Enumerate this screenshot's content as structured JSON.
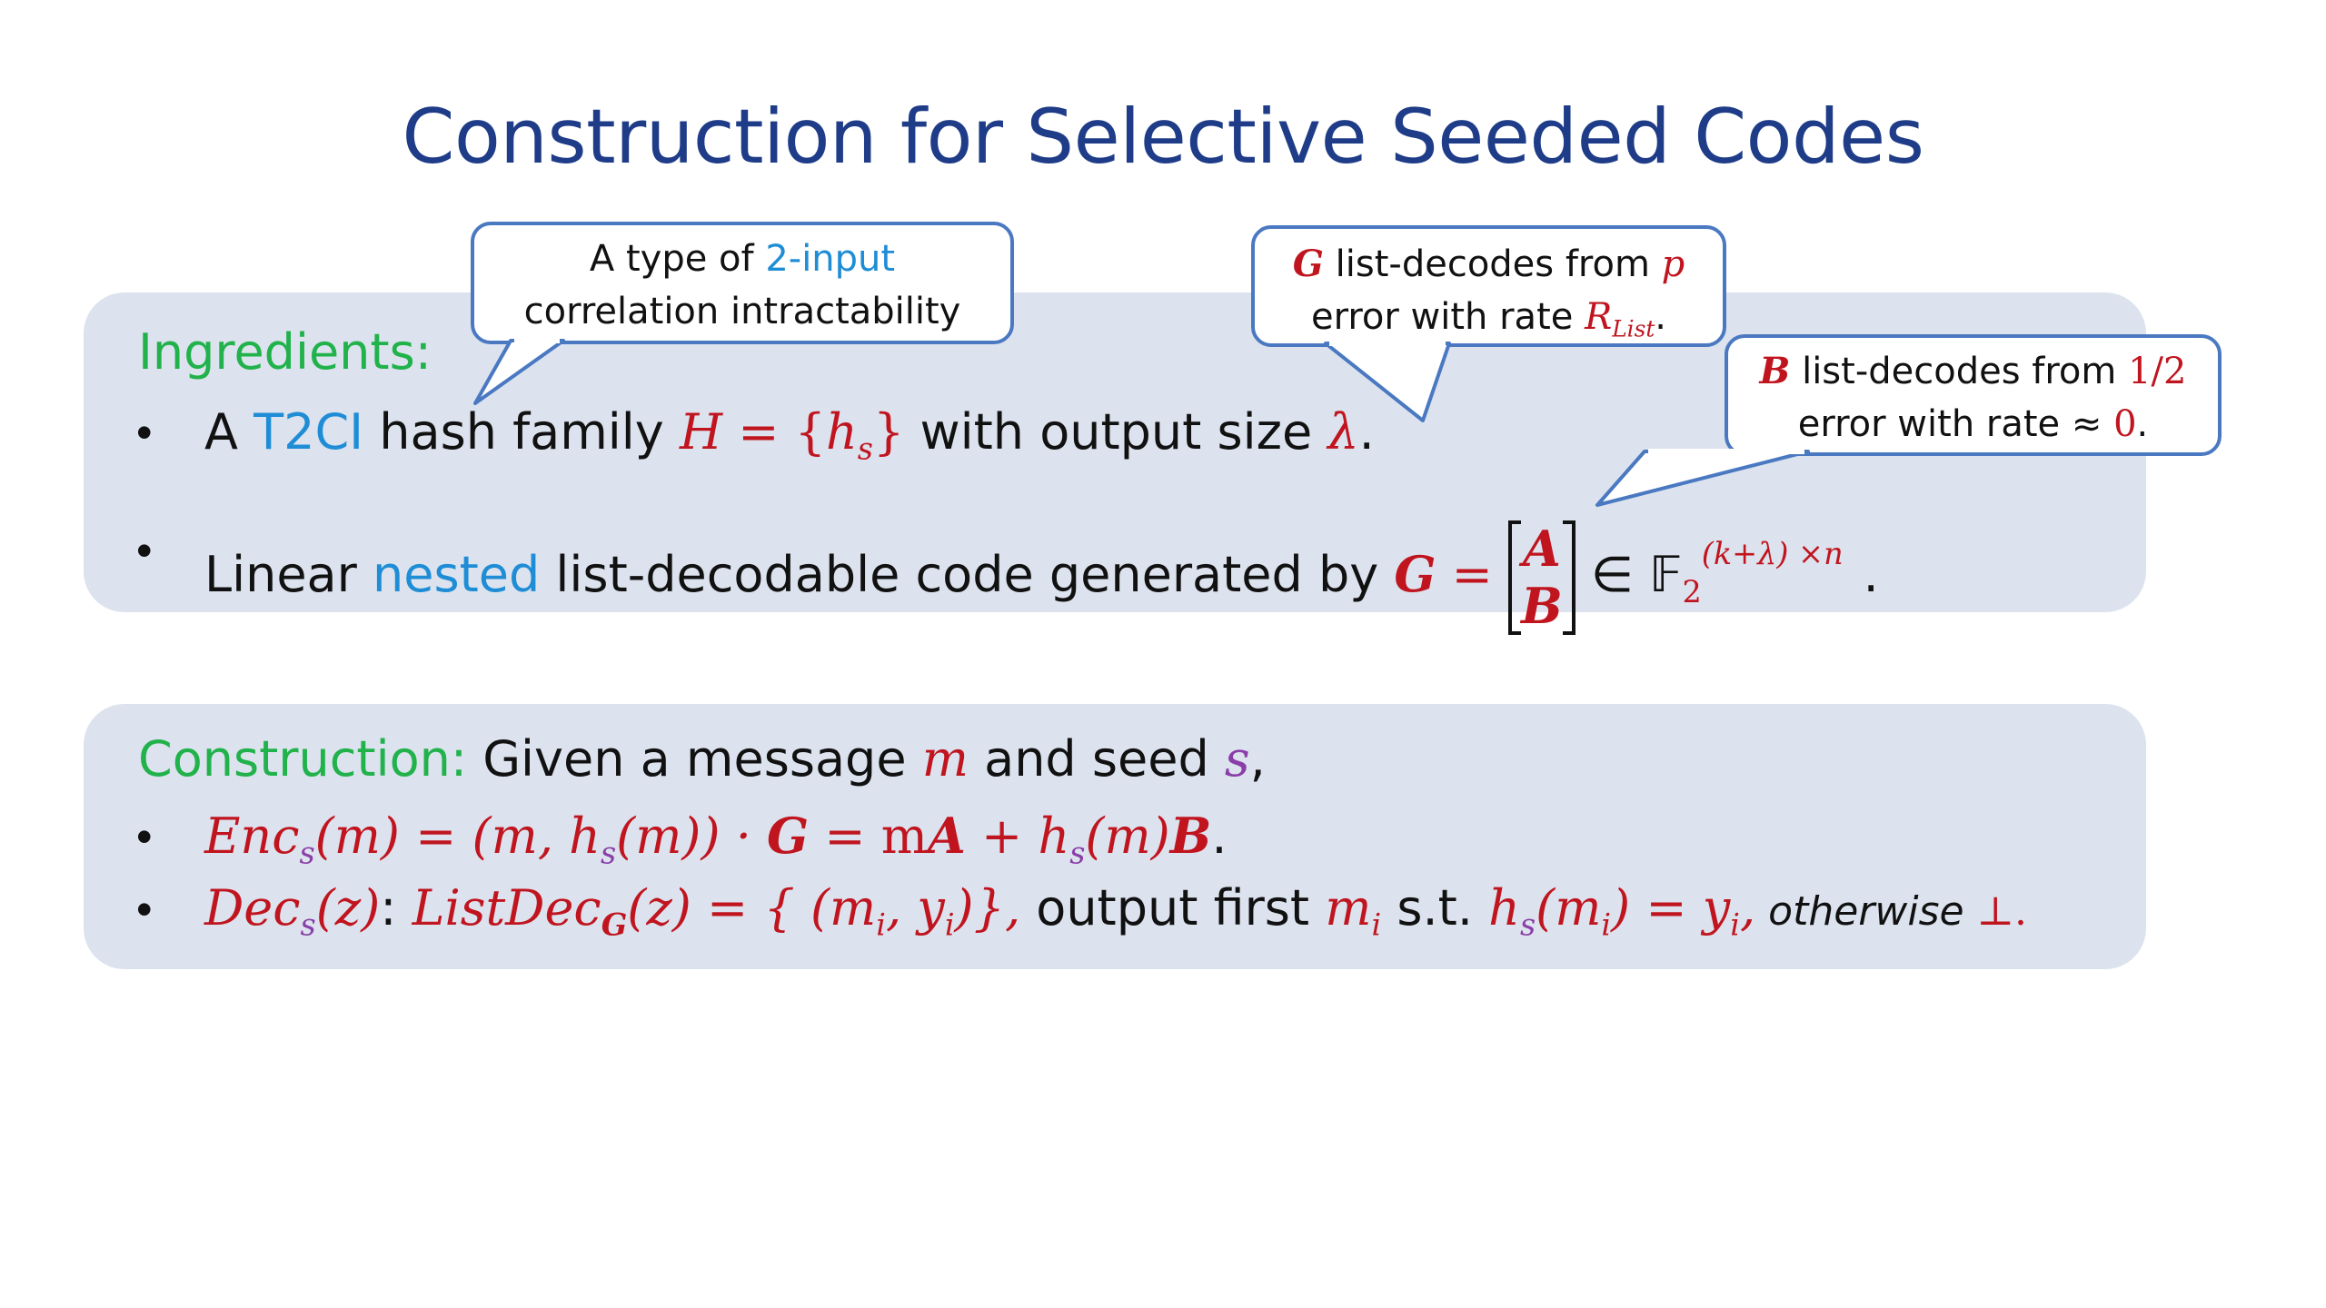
{
  "title": "Construction for Selective Seeded Codes",
  "ingredients": {
    "heading": "Ingredients:",
    "bullet": "•",
    "item1": {
      "p1": "A ",
      "t2ci": "T2CI",
      "p2": " hash family ",
      "H": "H",
      "eq": " = {",
      "h": "h",
      "s": "s",
      "close": "}",
      "p3": " with output size ",
      "lambda": "λ",
      "dot": "."
    },
    "item2": {
      "p1": "Linear ",
      "nested": "nested",
      "p2": " list-decodable code generated by ",
      "G": "G",
      "eq": " = ",
      "A": "A",
      "B": "B",
      "in": " ∈ 𝔽",
      "two": "2",
      "exp": "(k+λ) ×n",
      "dot": "."
    }
  },
  "callouts": {
    "c1": {
      "line1_a": "A type of ",
      "line1_b": "2-input",
      "line2": "correlation intractability"
    },
    "c2": {
      "G": "G",
      "line1": " list-decodes from ",
      "p": "p",
      "line2": "error with rate ",
      "R": "R",
      "list": "List",
      "dot": "."
    },
    "c3": {
      "B": "B",
      "line1": " list-decodes from ",
      "half": "1/2",
      "line2": "error with rate ≈ ",
      "zero": "0",
      "dot": "."
    }
  },
  "construction": {
    "heading": "Construction:",
    "intro_a": " Given a message ",
    "m": "m",
    "intro_b": " and seed ",
    "s": "s",
    "comma": ",",
    "bullet": "•",
    "enc": {
      "Enc": "Enc",
      "s": "s",
      "arg": "(m) = (m, ",
      "h": "h",
      "hs": "s",
      "harg": "(m)) · ",
      "G": "G",
      "eq2": " = m",
      "A": "A",
      "plus": " +  ",
      "h2": "h",
      "hs2": "s",
      "harg2": "(m)",
      "B": "B",
      "dot": "."
    },
    "dec": {
      "Dec": "Dec",
      "s": "s",
      "arg": "(z)",
      "colon": ": ",
      "ListDec": "ListDec",
      "G": "G",
      "larg": "(z) = { (m",
      "i1": "i",
      "comma": ", y",
      "i2": "i",
      "close": ")},",
      "p1": " output first ",
      "m": "m",
      "i3": "i",
      "p2": " s.t. ",
      "h": "h",
      "hs": "s",
      "harg": "(m",
      "i4": "i",
      "eq": ") = y",
      "i5": "i",
      "comma2": ",",
      "otherwise": " otherwise ",
      "bot": "⊥."
    }
  },
  "colors": {
    "title": "#1f3c88",
    "panel": "#dce3ee",
    "accent_blue": "#1f8dd6",
    "green": "#21b24b",
    "math_red": "#c0151f",
    "purple": "#8a3ea8",
    "callout_border": "#4a79c2"
  }
}
